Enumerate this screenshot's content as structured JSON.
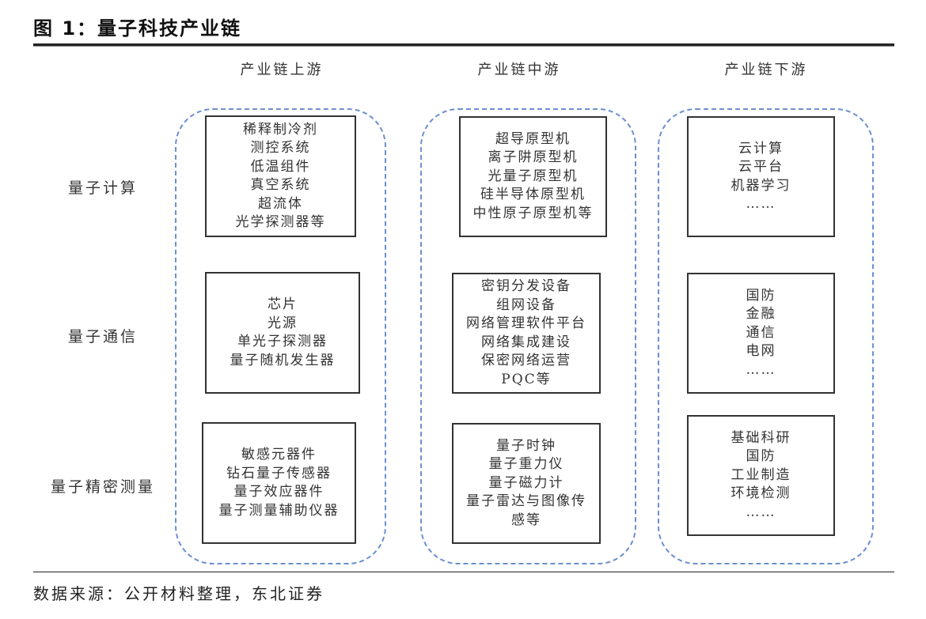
{
  "figure": {
    "title": "图 1：量子科技产业链",
    "source": "数据来源：公开材料整理，东北证券"
  },
  "columns": [
    {
      "label": "产业链上游"
    },
    {
      "label": "产业链中游"
    },
    {
      "label": "产业链下游"
    }
  ],
  "rows": [
    {
      "label": "量子计算"
    },
    {
      "label": "量子通信"
    },
    {
      "label": "量子精密测量"
    }
  ],
  "cells": {
    "upstream": [
      [
        "稀释制冷剂",
        "测控系统",
        "低温组件",
        "真空系统",
        "超流体",
        "光学探测器等"
      ],
      [
        "芯片",
        "光源",
        "单光子探测器",
        "量子随机发生器"
      ],
      [
        "敏感元器件",
        "钻石量子传感器",
        "量子效应器件",
        "量子测量辅助仪器"
      ]
    ],
    "midstream": [
      [
        "超导原型机",
        "离子阱原型机",
        "光量子原型机",
        "硅半导体原型机",
        "中性原子原型机等"
      ],
      [
        "密钥分发设备",
        "组网设备",
        "网络管理软件平台",
        "网络集成建设",
        "保密网络运营",
        "PQC等"
      ],
      [
        "量子时钟",
        "量子重力仪",
        "量子磁力计",
        "量子雷达与图像传",
        "感等"
      ]
    ],
    "downstream": [
      [
        "云计算",
        "云平台",
        "机器学习",
        "……"
      ],
      [
        "国防",
        "金融",
        "通信",
        "电网",
        "……"
      ],
      [
        "基础科研",
        "国防",
        "工业制造",
        "环境检测",
        "……"
      ]
    ]
  },
  "colors": {
    "group_border": "#6c8fd0",
    "box_border": "#333333",
    "rule": "#222222"
  }
}
